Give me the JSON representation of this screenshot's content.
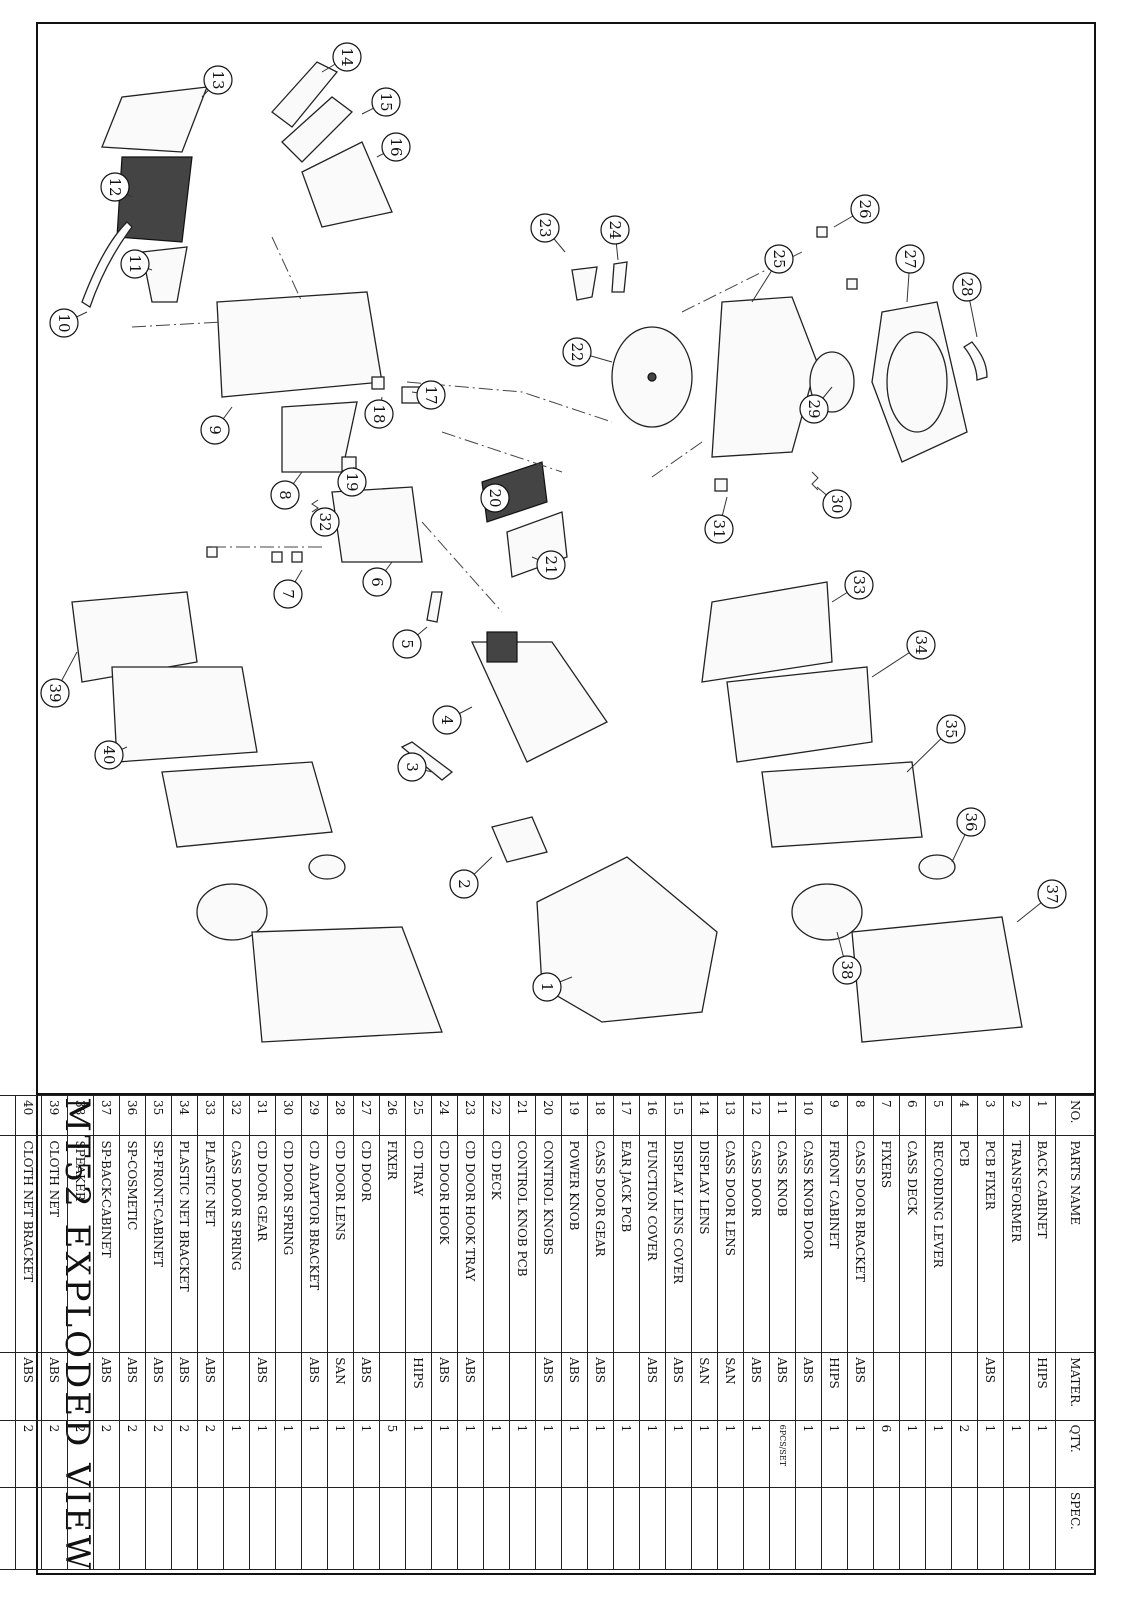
{
  "title": "MT52 EXPLODED VIEW",
  "table": {
    "headers": {
      "no": "NO.",
      "name": "PARTS NAME",
      "material": "MATER.",
      "qty": "QTY.",
      "spec": "SPEC."
    },
    "rows": [
      {
        "no": "1",
        "name": "BACK CABINET",
        "material": "HIPS",
        "qty": "1"
      },
      {
        "no": "2",
        "name": "TRANSFORMER",
        "material": "",
        "qty": "1"
      },
      {
        "no": "3",
        "name": "PCB FIXER",
        "material": "ABS",
        "qty": "1"
      },
      {
        "no": "4",
        "name": "PCB",
        "material": "",
        "qty": "2"
      },
      {
        "no": "5",
        "name": "RECORDING LEVER",
        "material": "",
        "qty": "1"
      },
      {
        "no": "6",
        "name": "CASS DECK",
        "material": "",
        "qty": "1"
      },
      {
        "no": "7",
        "name": "FIXERS",
        "material": "",
        "qty": "6"
      },
      {
        "no": "8",
        "name": "CASS DOOR BRACKET",
        "material": "ABS",
        "qty": "1"
      },
      {
        "no": "9",
        "name": "FRONT CABINET",
        "material": "HIPS",
        "qty": "1"
      },
      {
        "no": "10",
        "name": "CASS KNOB DOOR",
        "material": "ABS",
        "qty": "1"
      },
      {
        "no": "11",
        "name": "CASS KNOB",
        "material": "ABS",
        "qty": "6PCS/SET"
      },
      {
        "no": "12",
        "name": "CASS DOOR",
        "material": "ABS",
        "qty": "1"
      },
      {
        "no": "13",
        "name": "CASS DOOR LENS",
        "material": "SAN",
        "qty": "1"
      },
      {
        "no": "14",
        "name": "DISPLAY LENS",
        "material": "SAN",
        "qty": "1"
      },
      {
        "no": "15",
        "name": "DISPLAY LENS COVER",
        "material": "ABS",
        "qty": "1"
      },
      {
        "no": "16",
        "name": "FUNCTION COVER",
        "material": "ABS",
        "qty": "1"
      },
      {
        "no": "17",
        "name": "EAR JACK PCB",
        "material": "",
        "qty": "1"
      },
      {
        "no": "18",
        "name": "CASS DOOR GEAR",
        "material": "ABS",
        "qty": "1"
      },
      {
        "no": "19",
        "name": "POWER KNOB",
        "material": "ABS",
        "qty": "1"
      },
      {
        "no": "20",
        "name": "CONTROL KNOBS",
        "material": "ABS",
        "qty": "1"
      },
      {
        "no": "21",
        "name": "CONTROL KNOB PCB",
        "material": "",
        "qty": "1"
      },
      {
        "no": "22",
        "name": "CD DECK",
        "material": "",
        "qty": "1"
      },
      {
        "no": "23",
        "name": "CD DOOR HOOK TRAY",
        "material": "ABS",
        "qty": "1"
      },
      {
        "no": "24",
        "name": "CD DOOR HOOK",
        "material": "ABS",
        "qty": "1"
      },
      {
        "no": "25",
        "name": "CD TRAY",
        "material": "HIPS",
        "qty": "1"
      },
      {
        "no": "26",
        "name": "FIXER",
        "material": "",
        "qty": "5"
      },
      {
        "no": "27",
        "name": "CD DOOR",
        "material": "ABS",
        "qty": "1"
      },
      {
        "no": "28",
        "name": "CD DOOR LENS",
        "material": "SAN",
        "qty": "1"
      },
      {
        "no": "29",
        "name": "CD ADAPTOR BRACKET",
        "material": "ABS",
        "qty": "1"
      },
      {
        "no": "30",
        "name": "CD DOOR SPRING",
        "material": "",
        "qty": "1"
      },
      {
        "no": "31",
        "name": "CD DOOR GEAR",
        "material": "ABS",
        "qty": "1"
      },
      {
        "no": "32",
        "name": "CASS DOOR SPRING",
        "material": "",
        "qty": "1"
      },
      {
        "no": "33",
        "name": "PLASTIC NET",
        "material": "ABS",
        "qty": "2"
      },
      {
        "no": "34",
        "name": "PLASTIC NET BRACKET",
        "material": "ABS",
        "qty": "2"
      },
      {
        "no": "35",
        "name": "SP-FRONT-CABINET",
        "material": "ABS",
        "qty": "2"
      },
      {
        "no": "36",
        "name": "SP-COSMETIC",
        "material": "ABS",
        "qty": "2"
      },
      {
        "no": "37",
        "name": "SP-BACK-CABINET",
        "material": "ABS",
        "qty": "2"
      },
      {
        "no": "38",
        "name": "SPEAKER",
        "material": "",
        "qty": "2"
      },
      {
        "no": "39",
        "name": "CLOTH NET",
        "material": "ABS",
        "qty": "2"
      },
      {
        "no": "40",
        "name": "CLOTH NET BRACKET",
        "material": "ABS",
        "qty": "2"
      }
    ]
  }
}
